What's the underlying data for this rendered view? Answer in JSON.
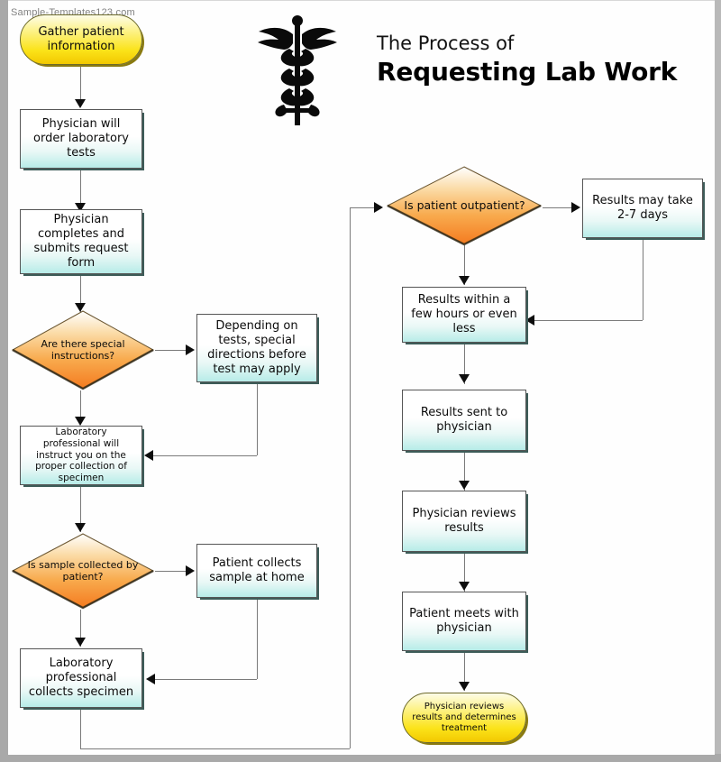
{
  "watermark": "Sample-Templates123.com",
  "header": {
    "title_line1": "The Process of",
    "title_line2": "Requesting Lab Work",
    "logo_icon": "caduceus-icon"
  },
  "colors": {
    "process_fill_top": "#ffffff",
    "process_fill_bottom": "#b7ece8",
    "decision_fill_top": "#ffffff",
    "decision_fill_bottom": "#f47b20",
    "terminator_fill": "#fbe319",
    "connector": "#7a7a7a",
    "arrowhead": "#0d0d0d",
    "frame": "#a9a9a9"
  },
  "chart_data": {
    "type": "flowchart",
    "title": "The Process of Requesting Lab Work",
    "nodes": [
      {
        "id": "n1",
        "shape": "terminator",
        "label": "Gather patient information",
        "column": "left"
      },
      {
        "id": "n2",
        "shape": "process",
        "label": "Physician will order laboratory tests",
        "column": "left"
      },
      {
        "id": "n3",
        "shape": "process",
        "label": "Physician completes and submits request form",
        "column": "left"
      },
      {
        "id": "n4",
        "shape": "decision",
        "label": "Are there special instructions?",
        "column": "left"
      },
      {
        "id": "n5",
        "shape": "process",
        "label": "Depending on tests, special directions before test may apply",
        "column": "left-branch"
      },
      {
        "id": "n6",
        "shape": "process",
        "label": "Laboratory professional will instruct you on the proper collection of specimen",
        "column": "left"
      },
      {
        "id": "n7",
        "shape": "decision",
        "label": "Is sample collected by patient?",
        "column": "left"
      },
      {
        "id": "n8",
        "shape": "process",
        "label": "Patient collects sample at home",
        "column": "left-branch"
      },
      {
        "id": "n9",
        "shape": "process",
        "label": "Laboratory professional collects specimen",
        "column": "left"
      },
      {
        "id": "n10",
        "shape": "decision",
        "label": "Is patient outpatient?",
        "column": "right"
      },
      {
        "id": "n11",
        "shape": "process",
        "label": "Results may take 2-7 days",
        "column": "right-branch"
      },
      {
        "id": "n12",
        "shape": "process",
        "label": "Results within a few hours or even less",
        "column": "right"
      },
      {
        "id": "n13",
        "shape": "process",
        "label": "Results sent to physician",
        "column": "right"
      },
      {
        "id": "n14",
        "shape": "process",
        "label": "Physician reviews results",
        "column": "right"
      },
      {
        "id": "n15",
        "shape": "process",
        "label": "Patient meets with physician",
        "column": "right"
      },
      {
        "id": "n16",
        "shape": "terminator",
        "label": "Physician reviews results and determines treatment",
        "column": "right"
      }
    ],
    "edges": [
      {
        "from": "n1",
        "to": "n2",
        "label": ""
      },
      {
        "from": "n2",
        "to": "n3",
        "label": ""
      },
      {
        "from": "n3",
        "to": "n4",
        "label": ""
      },
      {
        "from": "n4",
        "to": "n5",
        "label": ""
      },
      {
        "from": "n4",
        "to": "n6",
        "label": ""
      },
      {
        "from": "n5",
        "to": "n6",
        "label": ""
      },
      {
        "from": "n6",
        "to": "n7",
        "label": ""
      },
      {
        "from": "n7",
        "to": "n8",
        "label": ""
      },
      {
        "from": "n7",
        "to": "n9",
        "label": ""
      },
      {
        "from": "n8",
        "to": "n9",
        "label": ""
      },
      {
        "from": "n9",
        "to": "n10",
        "label": ""
      },
      {
        "from": "n10",
        "to": "n11",
        "label": ""
      },
      {
        "from": "n10",
        "to": "n12",
        "label": ""
      },
      {
        "from": "n11",
        "to": "n12",
        "label": ""
      },
      {
        "from": "n12",
        "to": "n13",
        "label": ""
      },
      {
        "from": "n13",
        "to": "n14",
        "label": ""
      },
      {
        "from": "n14",
        "to": "n15",
        "label": ""
      },
      {
        "from": "n15",
        "to": "n16",
        "label": ""
      }
    ]
  },
  "nodes": {
    "n1": "Gather patient information",
    "n2": "Physician will order laboratory tests",
    "n3": "Physician completes and submits request form",
    "n4": "Are there special instructions?",
    "n5": "Depending on tests, special directions before test may apply",
    "n6": "Laboratory professional will instruct you on the proper collection of specimen",
    "n7": "Is sample collected by patient?",
    "n8": "Patient collects sample at home",
    "n9": "Laboratory professional collects specimen",
    "n10": "Is patient outpatient?",
    "n11": "Results may take 2-7 days",
    "n12": "Results within a few hours or even less",
    "n13": "Results sent to physician",
    "n14": "Physician reviews results",
    "n15": "Patient meets with physician",
    "n16": "Physician reviews results and determines treatment"
  }
}
